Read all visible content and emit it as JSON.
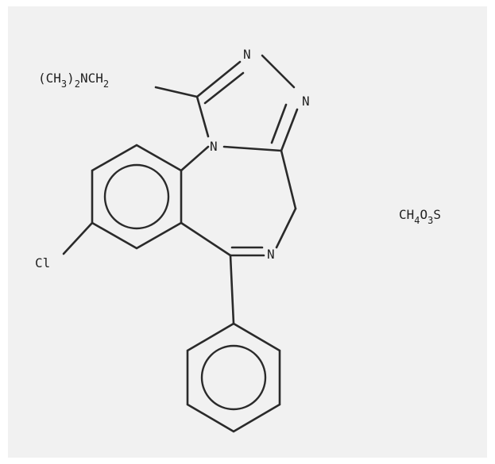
{
  "molecule": {
    "atoms": {
      "n_top": "N",
      "n_right": "N",
      "n_bridge": "N",
      "n_imine": "N",
      "chlorine": "Cl"
    },
    "substituent": {
      "open_paren": "(",
      "ch": "CH",
      "sub3": "3",
      "close_paren": ")",
      "sub2": "2",
      "nch": "NCH",
      "sub2b": "2"
    },
    "counterion": {
      "ch": "CH",
      "sub4": "4",
      "o": "O",
      "sub3": "3",
      "s": "S"
    }
  }
}
